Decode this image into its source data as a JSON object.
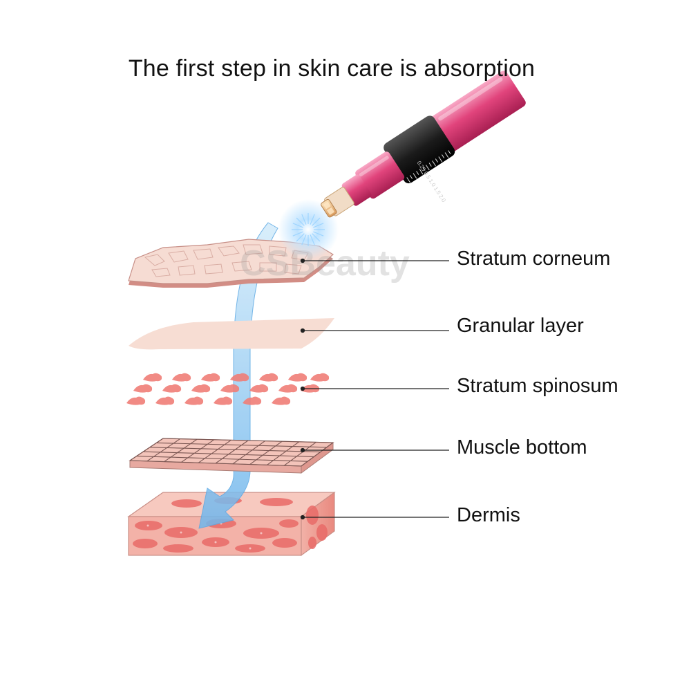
{
  "title": "The first step in skin care is absorption",
  "layers": [
    {
      "label": "Stratum corneum"
    },
    {
      "label": "Granular layer"
    },
    {
      "label": "Stratum spinosum"
    },
    {
      "label": "Muscle bottom"
    },
    {
      "label": "Dermis"
    }
  ],
  "watermark": "CSBeauty",
  "device": {
    "scale_text": "0.25 0.5 1.0 1.5 2.0"
  },
  "colors": {
    "pen_pink": "#e1447c",
    "pen_pink_light": "#f48cb0",
    "pen_black": "#1b1b1b",
    "tip_gold": "#e9b879",
    "arrow_blue": "#8ccaf2",
    "skin_pale": "#f6d5cb",
    "skin_mid": "#ef9c93",
    "cell_pink": "#ef7d77",
    "leader_line": "#222222"
  }
}
